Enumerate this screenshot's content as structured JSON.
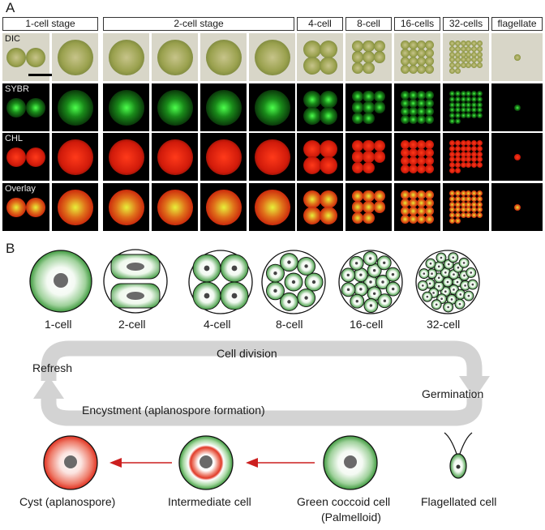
{
  "panel_a": {
    "letter": "A",
    "stages": [
      {
        "label": "1-cell stage"
      },
      {
        "label": "2-cell stage"
      },
      {
        "label": "4-cell"
      },
      {
        "label": "8-cell"
      },
      {
        "label": "16-cells"
      },
      {
        "label": "32-cells"
      },
      {
        "label": "flagellate"
      }
    ],
    "rows": [
      {
        "label": "DIC"
      },
      {
        "label": "SYBR"
      },
      {
        "label": "CHL"
      },
      {
        "label": "Overlay"
      }
    ]
  },
  "panel_b": {
    "letter": "B",
    "top_cells": [
      {
        "label": "1-cell"
      },
      {
        "label": "2-cell"
      },
      {
        "label": "4-cell"
      },
      {
        "label": "8-cell"
      },
      {
        "label": "16-cell"
      },
      {
        "label": "32-cell"
      }
    ],
    "cycle": {
      "top": "Cell division",
      "bottom": "Encystment (aplanospore formation)",
      "left": "Refresh",
      "right": "Germination"
    },
    "bottom_cells": [
      {
        "label": "Cyst (aplanospore)"
      },
      {
        "label": "Intermediate cell"
      },
      {
        "label": "Green coccoid cell",
        "sublabel": "(Palmelloid)"
      },
      {
        "label": "Flagellated cell"
      }
    ],
    "colors": {
      "green": "#3f9a3f",
      "red": "#e03020",
      "arrow": "#cc1f1f",
      "band": "#d3d3d3"
    }
  }
}
